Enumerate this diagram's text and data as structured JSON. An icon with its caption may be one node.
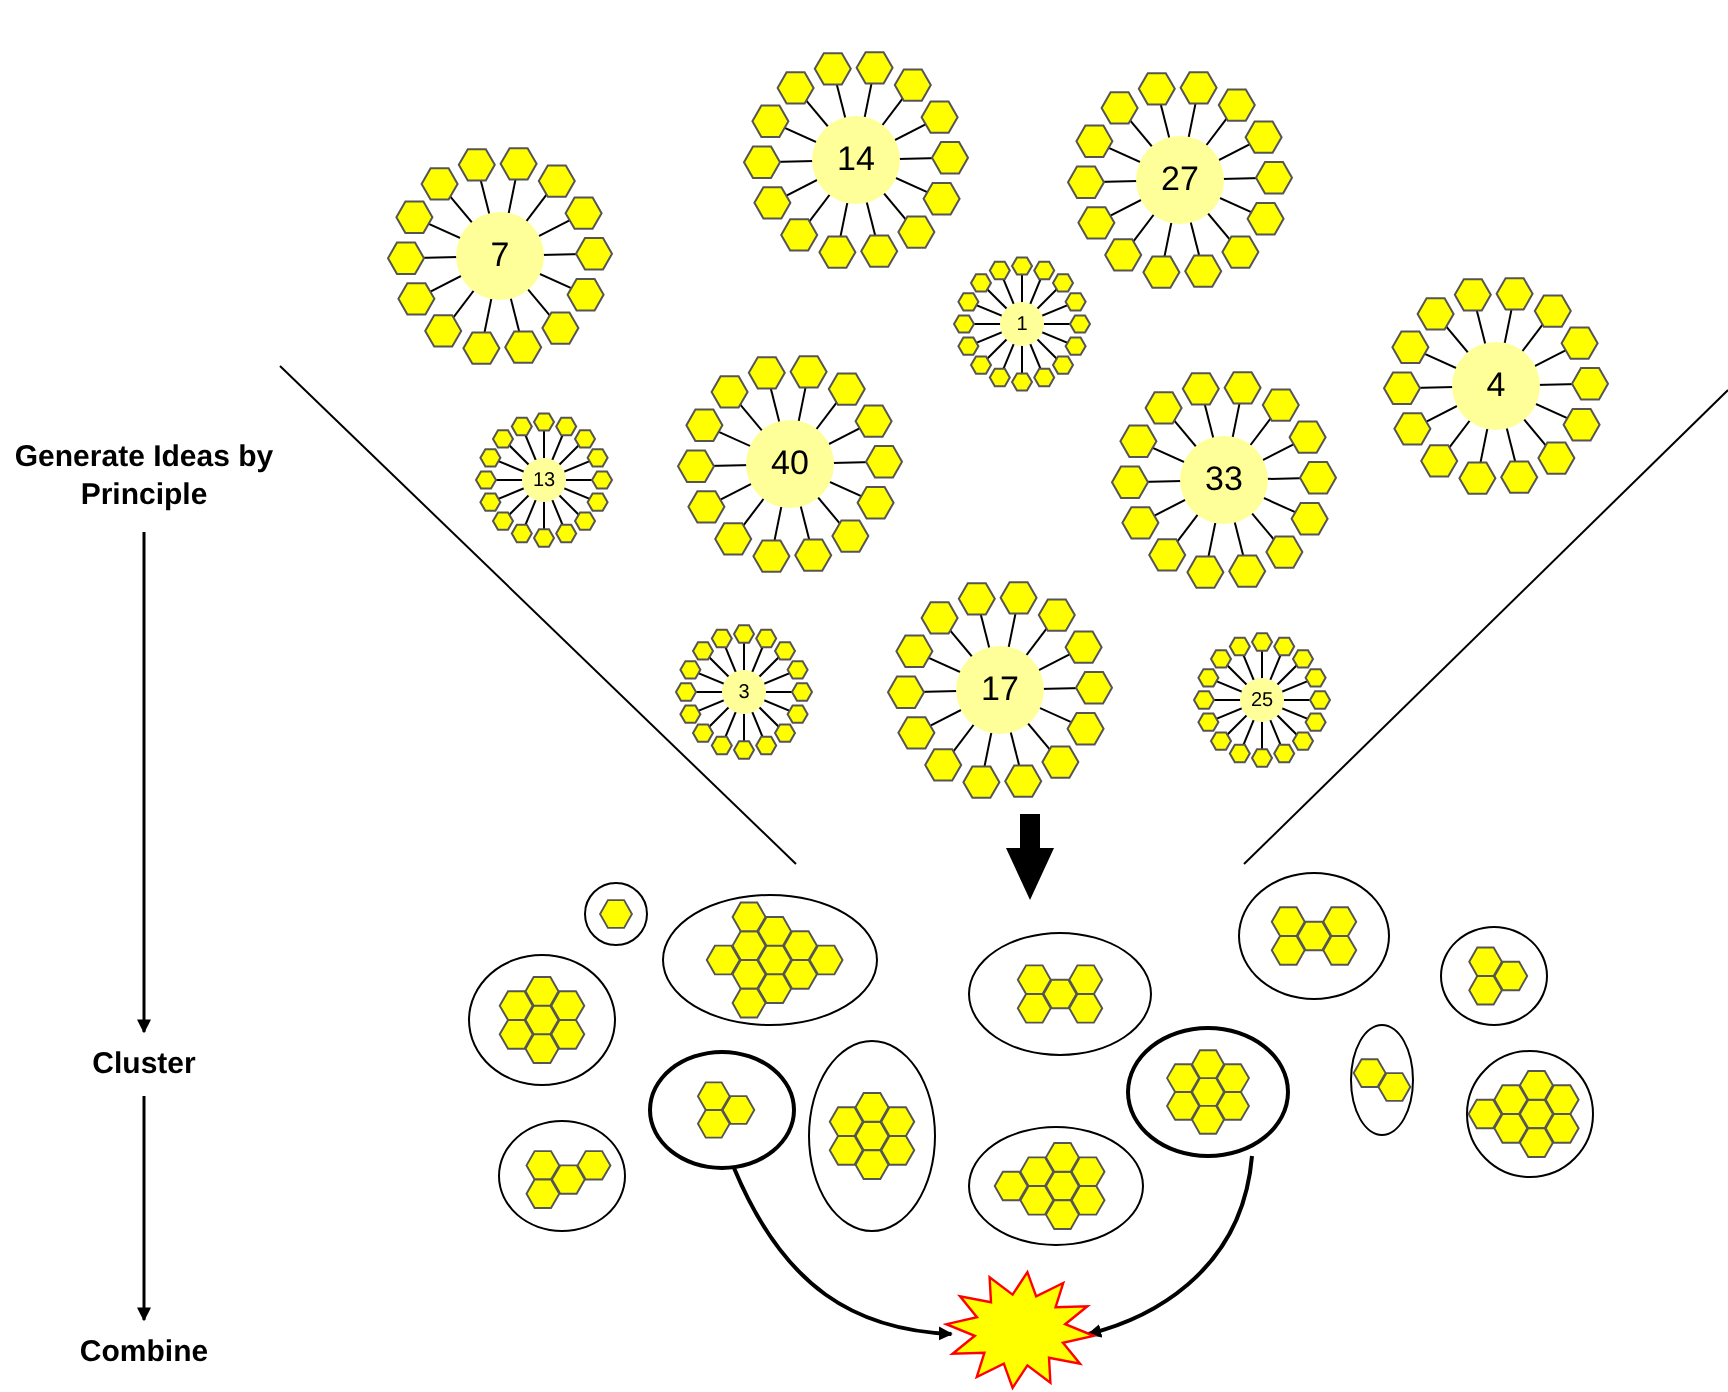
{
  "diagram": {
    "nodes": [
      {
        "text": [
          "Generate Ideas by Principle"
        ]
      },
      {
        "text": [
          "Cluster"
        ]
      },
      {
        "text": [
          "Combine"
        ]
      },
      {
        "text": [
          "7"
        ]
      },
      {
        "text": [
          "14"
        ]
      },
      {
        "text": [
          "27"
        ]
      },
      {
        "text": [
          "1"
        ]
      },
      {
        "text": [
          "4"
        ]
      },
      {
        "text": [
          "13"
        ]
      },
      {
        "text": [
          "40"
        ]
      },
      {
        "text": [
          "33"
        ]
      },
      {
        "text": [
          "3"
        ]
      },
      {
        "text": [
          "17"
        ]
      },
      {
        "text": [
          "25"
        ]
      },
      {
        "text": [],
        "shape": "ellipse"
      },
      {
        "text": [],
        "shape": "ellipse"
      },
      {
        "text": [],
        "shape": "ellipse"
      },
      {
        "text": [],
        "shape": "ellipse"
      },
      {
        "text": [],
        "shape": "ellipse"
      },
      {
        "text": [],
        "shape": "ellipse"
      },
      {
        "text": [],
        "shape": "ellipse"
      },
      {
        "text": [],
        "shape": "ellipse"
      },
      {
        "text": [],
        "shape": "ellipse"
      },
      {
        "text": [],
        "shape": "ellipse"
      },
      {
        "text": [],
        "shape": "ellipse"
      },
      {
        "text": [],
        "shape": "ellipse"
      },
      {
        "text": [],
        "shape": "ellipse"
      },
      {
        "text": [],
        "shape": "star"
      }
    ],
    "edges": [
      {
        "from": 0,
        "to": 1,
        "arrow": "to"
      },
      {
        "from": 1,
        "to": 2,
        "arrow": "to"
      },
      {
        "from": 20,
        "to": 27,
        "arrow": "to"
      },
      {
        "from": 22,
        "to": 27,
        "arrow": "to"
      }
    ]
  }
}
